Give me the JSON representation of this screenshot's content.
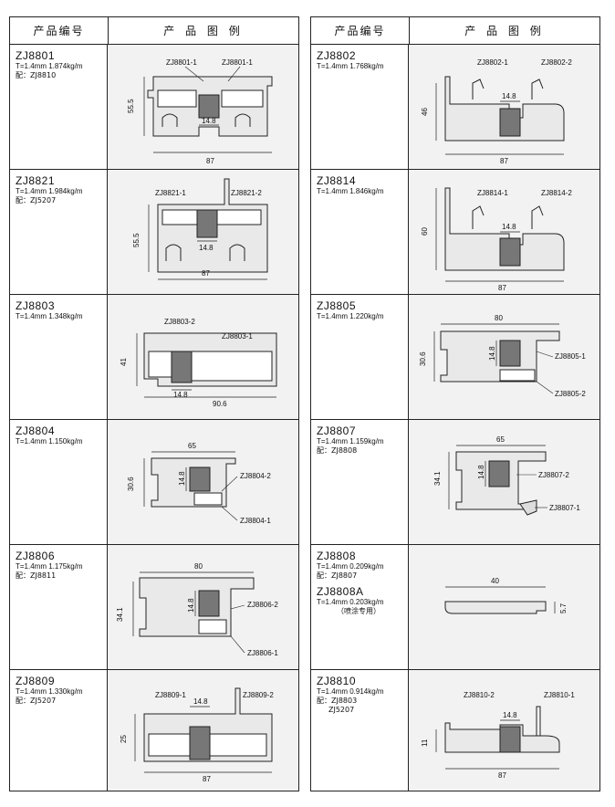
{
  "header": {
    "code_col": "产品编号",
    "image_col": "产 品 图 例"
  },
  "left": [
    {
      "code": "ZJ8801",
      "spec": "T=1.4mm  1.874kg/m",
      "pair": "配：ZJ8810",
      "labels": {
        "a": "ZJ8801-1",
        "b": "ZJ8801-1"
      },
      "dims": {
        "h": "55.5",
        "w": "87",
        "gap": "14.8"
      }
    },
    {
      "code": "ZJ8821",
      "spec": "T=1.4mm  1.984kg/m",
      "pair": "配：ZJ5207",
      "labels": {
        "a": "ZJ8821-1",
        "b": "ZJ8821-2"
      },
      "dims": {
        "h": "55.5",
        "w": "87",
        "gap": "14.8"
      }
    },
    {
      "code": "ZJ8803",
      "spec": "T=1.4mm  1.348kg/m",
      "pair": "",
      "labels": {
        "a": "ZJ8803-2",
        "b": "ZJ8803-1"
      },
      "dims": {
        "h": "41",
        "w": "90.6",
        "gap": "14.8"
      }
    },
    {
      "code": "ZJ8804",
      "spec": "T=1.4mm  1.150kg/m",
      "pair": "",
      "labels": {
        "a": "ZJ8804-2",
        "b": "ZJ8804-1"
      },
      "dims": {
        "h": "30.6",
        "w": "65",
        "gap": "14.8"
      }
    },
    {
      "code": "ZJ8806",
      "spec": "T=1.4mm  1.175kg/m",
      "pair": "配：ZJ8811",
      "labels": {
        "a": "ZJ8806-2",
        "b": "ZJ8806-1"
      },
      "dims": {
        "h": "34.1",
        "w": "80",
        "gap": "14.8"
      }
    },
    {
      "code": "ZJ8809",
      "spec": "T=1.4mm  1.330kg/m",
      "pair": "配：ZJ5207",
      "labels": {
        "a": "ZJ8809-1",
        "b": "ZJ8809-2"
      },
      "dims": {
        "h": "25",
        "w": "87",
        "gap": "14.8"
      }
    }
  ],
  "right": [
    {
      "code": "ZJ8802",
      "spec": "T=1.4mm  1.768kg/m",
      "pair": "",
      "labels": {
        "a": "ZJ8802-1",
        "b": "ZJ8802-2"
      },
      "dims": {
        "h": "46",
        "w": "87",
        "gap": "14.8"
      }
    },
    {
      "code": "ZJ8814",
      "spec": "T=1.4mm  1.846kg/m",
      "pair": "",
      "labels": {
        "a": "ZJ8814-1",
        "b": "ZJ8814-2"
      },
      "dims": {
        "h": "60",
        "w": "87",
        "gap": "14.8"
      }
    },
    {
      "code": "ZJ8805",
      "spec": "T=1.4mm  1.220kg/m",
      "pair": "",
      "labels": {
        "a": "ZJ8805-1",
        "b": "ZJ8805-2"
      },
      "dims": {
        "h": "30.6",
        "w": "80",
        "gap": "14.8"
      }
    },
    {
      "code": "ZJ8807",
      "spec": "T=1.4mm  1.159kg/m",
      "pair": "配：ZJ8808",
      "labels": {
        "a": "ZJ8807-2",
        "b": "ZJ8807-1"
      },
      "dims": {
        "h": "34.1",
        "w": "65",
        "gap": "14.8"
      }
    },
    {
      "code": "ZJ8808",
      "spec": "T=1.4mm  0.209kg/m",
      "pair": "配：ZJ8807",
      "code2": "ZJ8808A",
      "spec2": "T=1.4mm  0.203kg/m",
      "note": "（喷涂专用）",
      "dims": {
        "w": "40",
        "h": "5.7"
      }
    },
    {
      "code": "ZJ8810",
      "spec": "T=1.4mm  0.914kg/m",
      "pair": "配：ZJ8803",
      "pair2": "ZJ5207",
      "labels": {
        "a": "ZJ8810-2",
        "b": "ZJ8810-1"
      },
      "dims": {
        "h": "11",
        "w": "87",
        "gap": "14.8"
      }
    }
  ]
}
